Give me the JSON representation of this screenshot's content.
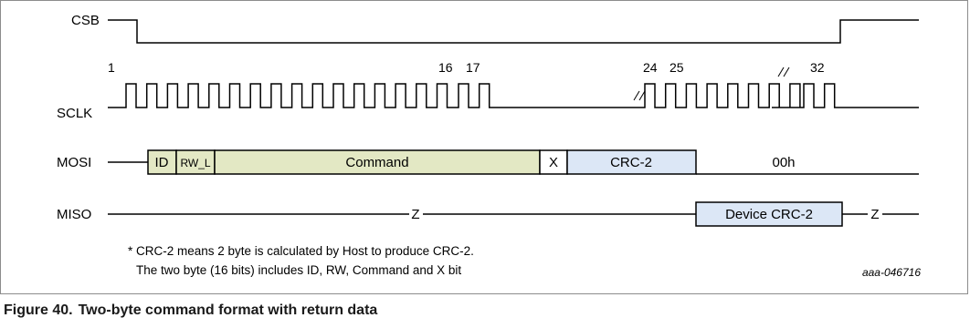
{
  "signals": {
    "csb": "CSB",
    "sclk": "SCLK",
    "mosi": "MOSI",
    "miso": "MISO"
  },
  "clock_numbers": {
    "n1": "1",
    "n16": "16",
    "n17": "17",
    "n24": "24",
    "n25": "25",
    "n32": "32"
  },
  "mosi_fields": {
    "id": "ID",
    "rw": "RW_L",
    "command": "Command",
    "x": "X",
    "crc": "CRC-2",
    "tail": "00h"
  },
  "miso_fields": {
    "z1": "Z",
    "device_crc": "Device CRC-2",
    "z2": "Z"
  },
  "note": {
    "line1": "CRC-2 means 2 byte is calculated by Host to produce CRC-2.",
    "line2": "The two byte (16 bits) includes ID, RW, Command and X bit",
    "star": "*"
  },
  "reference": "aaa-046716",
  "caption": {
    "number": "Figure 40.",
    "title": "Two-byte command format with return data"
  },
  "colors": {
    "command_fill": "#e3e8c4",
    "crc_fill": "#dce7f6"
  }
}
